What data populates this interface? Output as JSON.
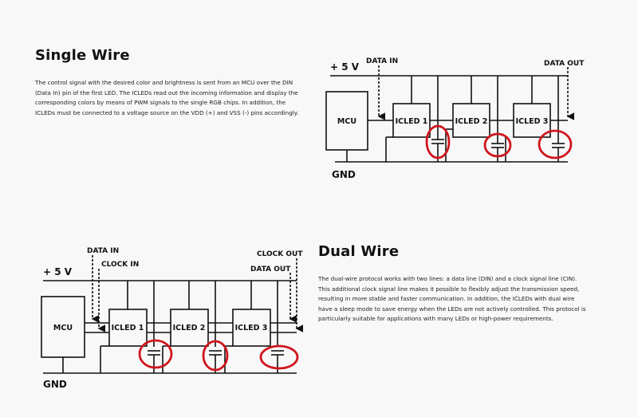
{
  "single_wire": {
    "title": "Single Wire",
    "text": "The control signal with the desired color and brightness is sent from an MCU over the DIN (Data In) pin of the first LED. The ICLEDs read out the incoming information and display the corresponding colors by means of PWM signals to the single RGB chips. In addition, the ICLEDs must be connected to a voltage source on the VDD (+) and VSS (-) pins accordingly.",
    "diagram": {
      "vcc": "+ 5 V",
      "gnd": "GND",
      "data_in": "DATA IN",
      "data_out": "DATA OUT",
      "mcu": "MCU",
      "leds": [
        "ICLED 1",
        "ICLED 2",
        "ICLED 3"
      ]
    }
  },
  "dual_wire": {
    "title": "Dual Wire",
    "text": "The dual-wire protocol works with two lines: a data line (DIN) and a clock signal line (CIN). This additional clock signal line makes it possible to flexibly adjust the transmission speed, resulting in more stable and faster communication. In addition, the ICLEDs with dual wire have a sleep mode to save energy when the LEDs are not actively controlled. This protocol is particularly suitable for applications with many LEDs or high-power requirements.",
    "diagram": {
      "vcc": "+ 5 V",
      "gnd": "GND",
      "data_in": "DATA IN",
      "clock_in": "CLOCK IN",
      "clock_out": "CLOCK OUT",
      "data_out": "DATA OUT",
      "mcu": "MCU",
      "leds": [
        "ICLED 1",
        "ICLED 2",
        "ICLED 3"
      ]
    }
  },
  "colors": {
    "wire": "#111111",
    "highlight": "#d0141c",
    "background": "#f8f8f8"
  }
}
